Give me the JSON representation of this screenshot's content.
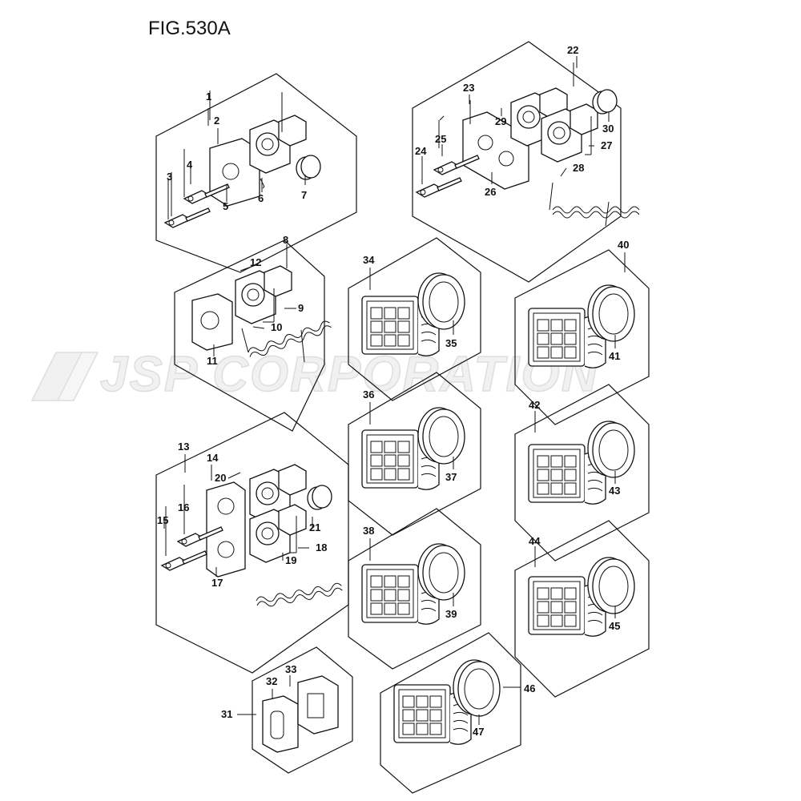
{
  "figure": {
    "title": "FIG.530A"
  },
  "watermark": {
    "text": "JSP CORPORATION"
  },
  "parts": {
    "p1": "1",
    "p2": "2",
    "p3": "3",
    "p4": "4",
    "p5": "5",
    "p6": "6",
    "p7": "7",
    "p8": "8",
    "p9": "9",
    "p10": "10",
    "p11": "11",
    "p12": "12",
    "p13": "13",
    "p14": "14",
    "p15": "15",
    "p16": "16",
    "p17": "17",
    "p18": "18",
    "p19": "19",
    "p20": "20",
    "p21": "21",
    "p22": "22",
    "p23": "23",
    "p24": "24",
    "p25": "25",
    "p26": "26",
    "p27": "27",
    "p28": "28",
    "p29": "29",
    "p30": "30",
    "p31": "31",
    "p32": "32",
    "p33": "33",
    "p34": "34",
    "p35": "35",
    "p36": "36",
    "p37": "37",
    "p38": "38",
    "p39": "39",
    "p40": "40",
    "p41": "41",
    "p42": "42",
    "p43": "43",
    "p44": "44",
    "p45": "45",
    "p46": "46",
    "p47": "47"
  }
}
